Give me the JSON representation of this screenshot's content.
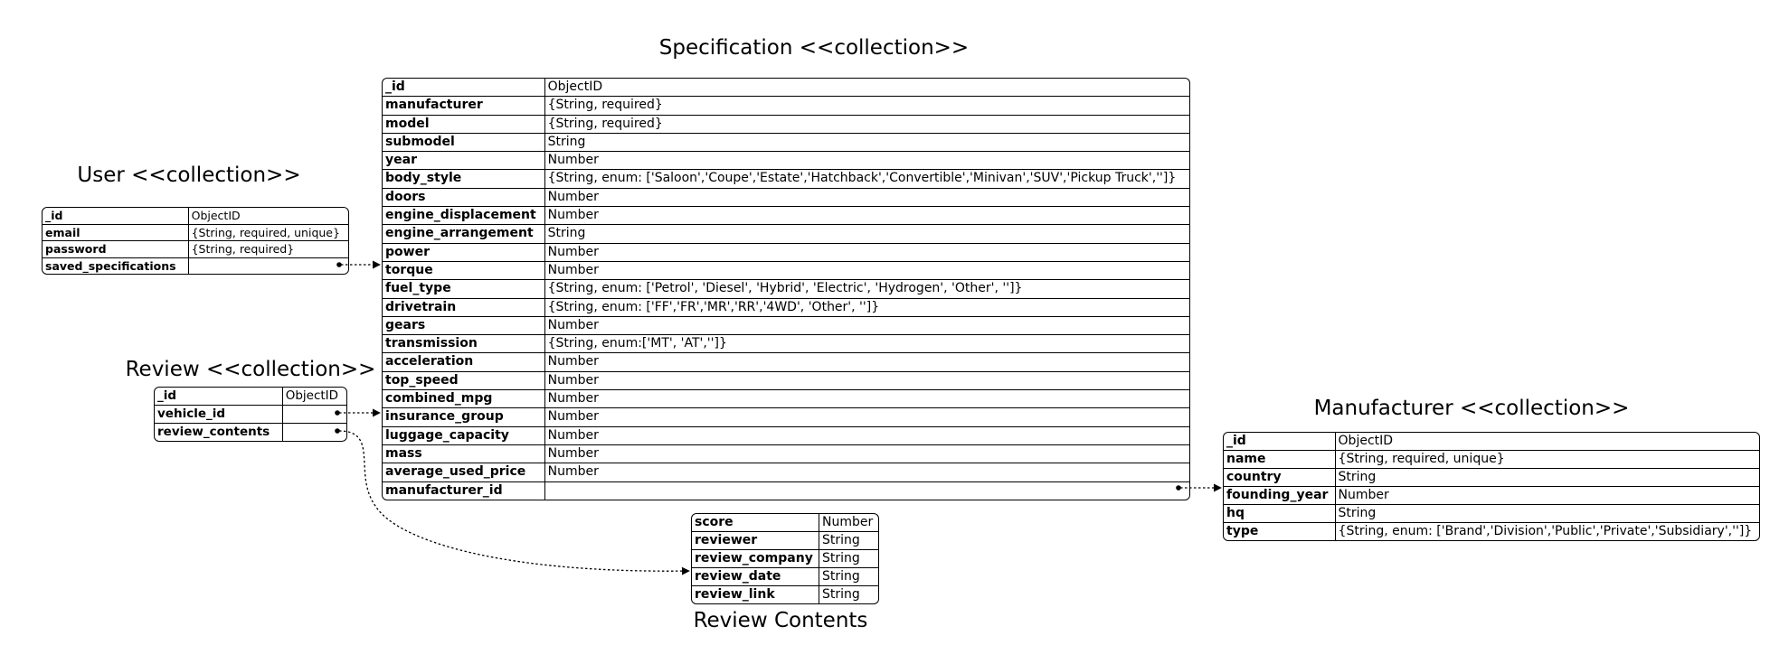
{
  "titles": {
    "specification": "Specification <<collection>>",
    "user": "User <<collection>>",
    "review": "Review <<collection>>",
    "manufacturer": "Manufacturer <<collection>>",
    "review_contents": "Review Contents"
  },
  "user": [
    {
      "field": "_id",
      "type": "ObjectID"
    },
    {
      "field": "email",
      "type": "{String, required, unique}"
    },
    {
      "field": "password",
      "type": "{String, required}"
    },
    {
      "field": "saved_specifications",
      "type": ""
    }
  ],
  "review": [
    {
      "field": "_id",
      "type": "ObjectID"
    },
    {
      "field": "vehicle_id",
      "type": ""
    },
    {
      "field": "review_contents",
      "type": ""
    }
  ],
  "specification": [
    {
      "field": "_id",
      "type": "ObjectID"
    },
    {
      "field": "manufacturer",
      "type": "{String, required}"
    },
    {
      "field": "model",
      "type": "{String, required}"
    },
    {
      "field": "submodel",
      "type": "String"
    },
    {
      "field": "year",
      "type": "Number"
    },
    {
      "field": "body_style",
      "type": "{String, enum: ['Saloon','Coupe','Estate','Hatchback','Convertible','Minivan','SUV','Pickup Truck','']}"
    },
    {
      "field": "doors",
      "type": "Number"
    },
    {
      "field": "engine_displacement",
      "type": "Number"
    },
    {
      "field": "engine_arrangement",
      "type": "String"
    },
    {
      "field": "power",
      "type": "Number"
    },
    {
      "field": "torque",
      "type": "Number"
    },
    {
      "field": "fuel_type",
      "type": "{String, enum: ['Petrol', 'Diesel', 'Hybrid', 'Electric', 'Hydrogen', 'Other', '']}"
    },
    {
      "field": "drivetrain",
      "type": "{String, enum: ['FF','FR','MR','RR','4WD', 'Other', '']}"
    },
    {
      "field": "gears",
      "type": "Number"
    },
    {
      "field": "transmission",
      "type": "{String, enum:['MT', 'AT','']}"
    },
    {
      "field": "acceleration",
      "type": "Number"
    },
    {
      "field": "top_speed",
      "type": "Number"
    },
    {
      "field": "combined_mpg",
      "type": "Number"
    },
    {
      "field": "insurance_group",
      "type": "Number"
    },
    {
      "field": "luggage_capacity",
      "type": "Number"
    },
    {
      "field": "mass",
      "type": "Number"
    },
    {
      "field": "average_used_price",
      "type": "Number"
    },
    {
      "field": "manufacturer_id",
      "type": ""
    }
  ],
  "manufacturer": [
    {
      "field": "_id",
      "type": "ObjectID"
    },
    {
      "field": "name",
      "type": "{String, required, unique}"
    },
    {
      "field": "country",
      "type": "String"
    },
    {
      "field": "founding_year",
      "type": "Number"
    },
    {
      "field": "hq",
      "type": "String"
    },
    {
      "field": "type",
      "type": "{String, enum: ['Brand','Division','Public','Private','Subsidiary','']}"
    }
  ],
  "review_contents": [
    {
      "field": "score",
      "type": "Number"
    },
    {
      "field": "reviewer",
      "type": "String"
    },
    {
      "field": "review_company",
      "type": "String"
    },
    {
      "field": "review_date",
      "type": "String"
    },
    {
      "field": "review_link",
      "type": "String"
    }
  ],
  "colors": {
    "line": "#000000",
    "background": "#ffffff"
  }
}
